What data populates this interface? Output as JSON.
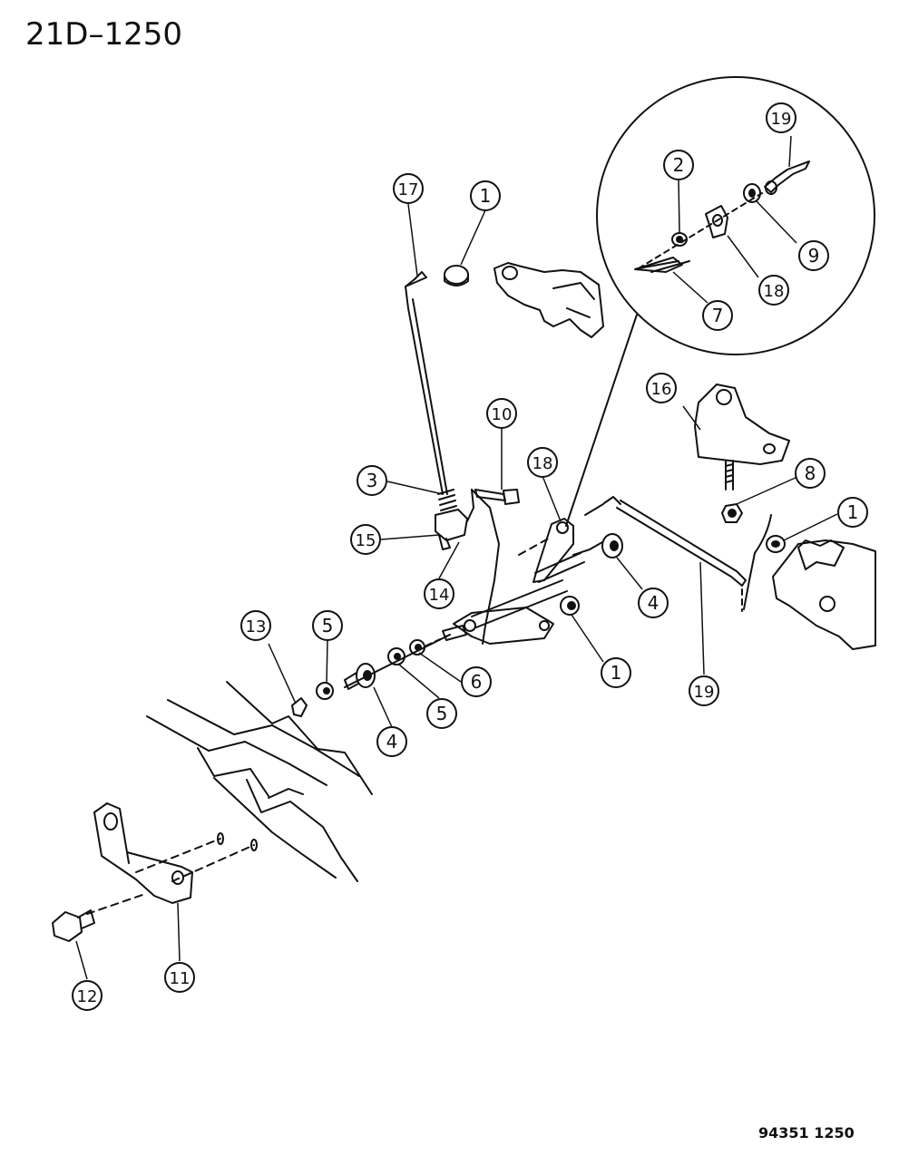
{
  "header": {
    "diagram_code": "21D–1250"
  },
  "footer": {
    "figure_number": "94351  1250"
  },
  "callouts": [
    {
      "id": "c17",
      "label": "17"
    },
    {
      "id": "c1a",
      "label": "1"
    },
    {
      "id": "c10",
      "label": "10"
    },
    {
      "id": "c18a",
      "label": "18"
    },
    {
      "id": "c3",
      "label": "3"
    },
    {
      "id": "c15",
      "label": "15"
    },
    {
      "id": "c14",
      "label": "14"
    },
    {
      "id": "c13",
      "label": "13"
    },
    {
      "id": "c5a",
      "label": "5"
    },
    {
      "id": "c4a",
      "label": "4"
    },
    {
      "id": "c5b",
      "label": "5"
    },
    {
      "id": "c6",
      "label": "6"
    },
    {
      "id": "c1b",
      "label": "1"
    },
    {
      "id": "c4b",
      "label": "4"
    },
    {
      "id": "c19a",
      "label": "19"
    },
    {
      "id": "c16",
      "label": "16"
    },
    {
      "id": "c8",
      "label": "8"
    },
    {
      "id": "c1c",
      "label": "1"
    },
    {
      "id": "c11",
      "label": "11"
    },
    {
      "id": "c12",
      "label": "12"
    },
    {
      "id": "c19b",
      "label": "19"
    },
    {
      "id": "c2",
      "label": "2"
    },
    {
      "id": "c9",
      "label": "9"
    },
    {
      "id": "c18b",
      "label": "18"
    },
    {
      "id": "c7",
      "label": "7"
    }
  ],
  "colors": {
    "ink": "#111111",
    "paper": "#ffffff"
  }
}
